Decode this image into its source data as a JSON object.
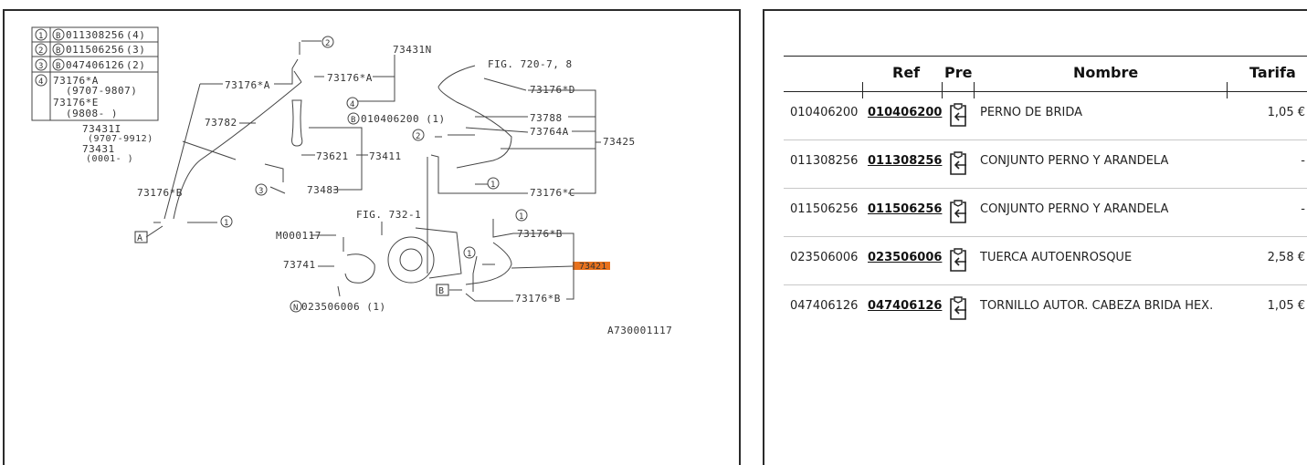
{
  "diagram": {
    "figure_code": "A730001117",
    "legend": [
      {
        "num": "1",
        "mark": "B",
        "part": "011308256",
        "qty": "(4)"
      },
      {
        "num": "2",
        "mark": "B",
        "part": "011506256",
        "qty": "(3)"
      },
      {
        "num": "3",
        "mark": "B",
        "part": "047406126",
        "qty": "(2)"
      },
      {
        "num": "4",
        "lines": [
          "73176*A",
          "(9707-9807)",
          "73176*E",
          "(9808-      )"
        ]
      }
    ],
    "labels": {
      "l73431I": "73431I",
      "l73431I_range": "(9707-9912)",
      "l73431": "73431",
      "l73431_range": "(0001-  )",
      "l73431N": "73431N",
      "l73176A_left": "73176*A",
      "l73176A_right": "73176*A",
      "l73782": "73782",
      "l73176B_left": "73176*B",
      "l010406200": "010406200 (1)",
      "l73621": "73621",
      "l73411": "73411",
      "l73483": "73483",
      "fig720": "FIG. 720-7, 8",
      "l73176D": "73176*D",
      "l73788": "73788",
      "l73764A": "73764A",
      "l73425": "73425",
      "l73176C": "73176*C",
      "fig732": "FIG. 732-1",
      "lM000117": "M000117",
      "l73741": "73741",
      "l023506006": "023506006 (1)",
      "l73176B_top": "73176*B",
      "l73176B_bottom": "73176*B",
      "l73421_highlight": "73421",
      "box_a": "A",
      "box_b": "B",
      "c1": "1",
      "c2": "2",
      "c3": "3",
      "c4": "4",
      "mark_b": "B",
      "mark_n": "N"
    },
    "highlight_color": "#e8711c"
  },
  "table": {
    "headers": {
      "code": "",
      "ref": "Ref",
      "pre": "Pre",
      "name": "Nombre",
      "price": "Tarifa"
    },
    "rows": [
      {
        "code": "010406200",
        "ref": "010406200",
        "pre_icon": "clipboard-return-icon",
        "name": "PERNO DE BRIDA",
        "price": "1,05 €"
      },
      {
        "code": "011308256",
        "ref": "011308256",
        "pre_icon": "clipboard-return-icon",
        "name": "CONJUNTO PERNO Y ARANDELA",
        "price": "-"
      },
      {
        "code": "011506256",
        "ref": "011506256",
        "pre_icon": "clipboard-return-icon",
        "name": "CONJUNTO PERNO Y ARANDELA",
        "price": "-"
      },
      {
        "code": "023506006",
        "ref": "023506006",
        "pre_icon": "clipboard-return-icon",
        "name": "TUERCA AUTOENROSQUE",
        "price": "2,58 €"
      },
      {
        "code": "047406126",
        "ref": "047406126",
        "pre_icon": "clipboard-return-icon",
        "name": "TORNILLO AUTOR. CABEZA BRIDA HEX.",
        "price": "1,05 €"
      }
    ]
  }
}
